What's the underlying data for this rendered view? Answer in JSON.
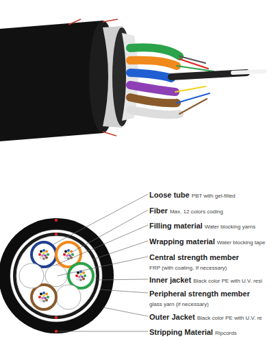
{
  "diagram": {
    "labels": [
      "Loose tube",
      "PBT with gel-filled",
      "Fiber",
      "Max. 12 colors coding",
      "Filling material",
      "Water blocking yarns",
      "Wrapping material",
      "Water blocking tape",
      "Central strength member",
      "FRP (with coating, If necessary)",
      "Inner jacket",
      "Black color PE with U.V. resi",
      "Peripheral strength member",
      "glass yarn (if necessary)",
      "Outer Jacket",
      "Black color PE with U.V. re",
      "Stripping Material",
      "Ripcords"
    ]
  }
}
